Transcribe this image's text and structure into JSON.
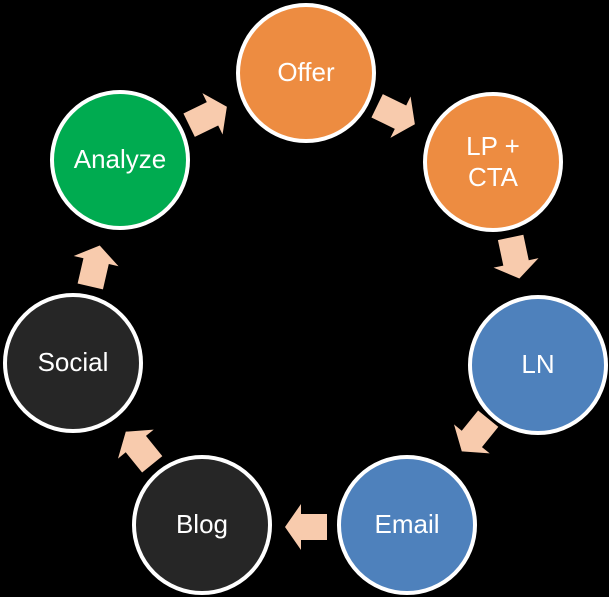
{
  "diagram": {
    "background_color": "#000000",
    "node_border_color": "#FFFFFF",
    "label_color": "#FFFFFF",
    "arrow_color": "#F8CBAD",
    "flow_direction": "clockwise",
    "nodes": [
      {
        "label": "Offer",
        "color": "#ED8C41"
      },
      {
        "label": "LP +\nCTA",
        "color": "#ED8C41"
      },
      {
        "label": "LN",
        "color": "#4E81BC"
      },
      {
        "label": "Email",
        "color": "#4E81BC"
      },
      {
        "label": "Blog",
        "color": "#262626"
      },
      {
        "label": "Social",
        "color": "#262626"
      },
      {
        "label": "Analyze",
        "color": "#00AB50"
      }
    ],
    "arrows": [
      {
        "from": "Offer",
        "to": "LP + CTA"
      },
      {
        "from": "LP + CTA",
        "to": "LN"
      },
      {
        "from": "LN",
        "to": "Email"
      },
      {
        "from": "Email",
        "to": "Blog"
      },
      {
        "from": "Blog",
        "to": "Social"
      },
      {
        "from": "Social",
        "to": "Analyze"
      },
      {
        "from": "Analyze",
        "to": "Offer"
      }
    ]
  }
}
